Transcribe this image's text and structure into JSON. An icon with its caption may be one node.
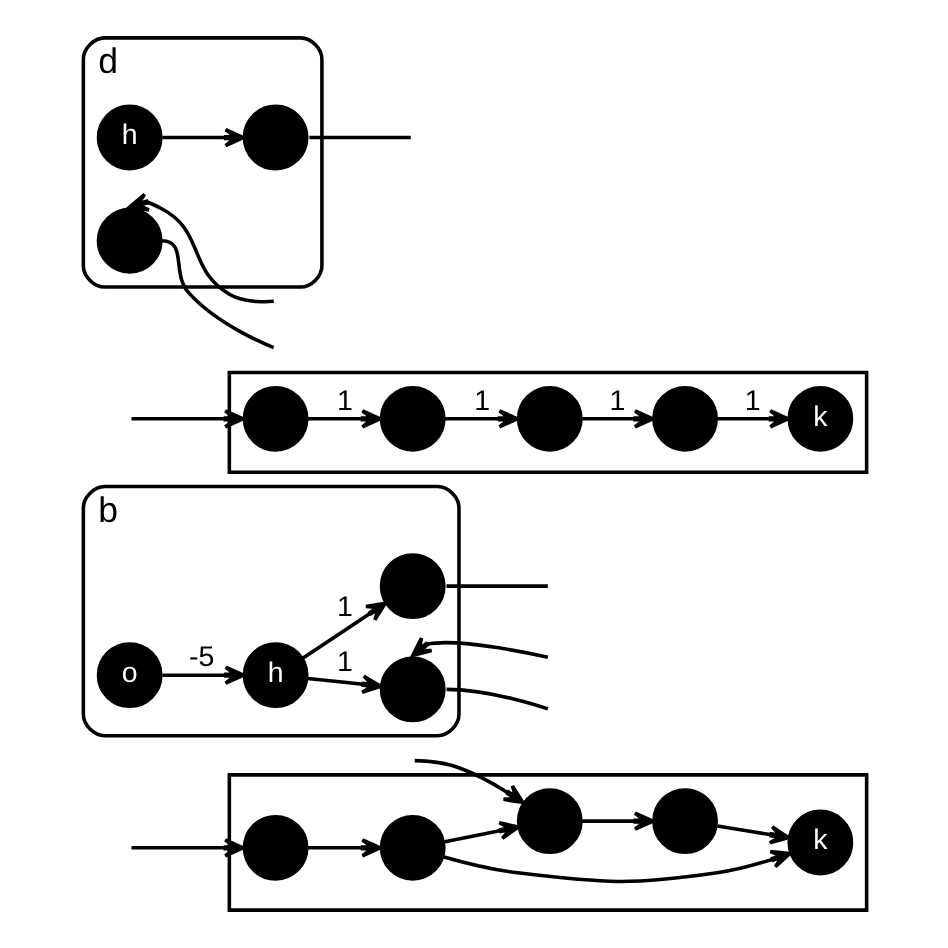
{
  "diagram": {
    "nodes": [
      {
        "text": [],
        "shape": "box"
      },
      {
        "text": [],
        "shape": "circle",
        "in": 0
      },
      {
        "text": [],
        "shape": "circle",
        "in": 0
      },
      {
        "text": [
          "k"
        ],
        "in": 0
      },
      {
        "text": [],
        "shape": "circle",
        "in": 0
      },
      {
        "text": [],
        "shape": "circle",
        "in": 0
      },
      {
        "text": [
          "b"
        ]
      },
      {
        "text": [
          "o"
        ],
        "in": 6
      },
      {
        "text": [
          "h"
        ],
        "in": 6
      },
      {
        "text": [],
        "shape": "circle",
        "in": 6
      },
      {
        "text": [],
        "shape": "circle",
        "in": 6
      },
      {
        "text": [],
        "shape": "box"
      },
      {
        "text": [],
        "shape": "circle",
        "in": 11
      },
      {
        "text": [],
        "shape": "circle",
        "in": 11
      },
      {
        "text": [
          "k"
        ],
        "in": 11
      },
      {
        "text": [],
        "shape": "circle",
        "in": 11
      },
      {
        "text": [],
        "shape": "circle",
        "in": 11
      },
      {
        "text": [
          "d"
        ]
      },
      {
        "text": [
          "h"
        ],
        "in": 17
      },
      {
        "text": [],
        "shape": "circle",
        "in": 17
      },
      {
        "text": [],
        "shape": "circle",
        "in": 17
      }
    ],
    "edges": [
      {
        "from": null,
        "to": 1,
        "arrow": "to"
      },
      {
        "from": null,
        "to": 4,
        "arrow": "to"
      },
      {
        "from": 1,
        "to": 2,
        "arrow": "to"
      },
      {
        "from": 2,
        "to": 4,
        "arrow": "to"
      },
      {
        "from": 2,
        "to": 3,
        "arrow": "to"
      },
      {
        "from": 4,
        "to": 5,
        "arrow": "to"
      },
      {
        "from": 5,
        "to": 3,
        "arrow": "to"
      },
      {
        "from": 7,
        "to": 8,
        "label": "-5",
        "arrow": "to"
      },
      {
        "from": 8,
        "to": 9,
        "label": "1",
        "arrow": "to"
      },
      {
        "from": 8,
        "to": 10,
        "label": "1",
        "arrow": "to"
      },
      {
        "from": 9,
        "to": null,
        "arrow": "none"
      },
      {
        "from": null,
        "to": 10,
        "arrow": "to"
      },
      {
        "from": 10,
        "to": null,
        "arrow": "none"
      },
      {
        "from": null,
        "to": 12,
        "arrow": "to"
      },
      {
        "from": 12,
        "to": 13,
        "label": "1",
        "arrow": "to"
      },
      {
        "from": 13,
        "to": 15,
        "label": "1",
        "arrow": "to"
      },
      {
        "from": 15,
        "to": 16,
        "label": "1",
        "arrow": "to"
      },
      {
        "from": 16,
        "to": 14,
        "label": "1",
        "arrow": "to"
      },
      {
        "from": 18,
        "to": 19,
        "arrow": "to"
      },
      {
        "from": 19,
        "to": null,
        "arrow": "none"
      },
      {
        "from": null,
        "to": 20,
        "arrow": "to"
      },
      {
        "from": 20,
        "to": null,
        "arrow": "none"
      }
    ]
  }
}
